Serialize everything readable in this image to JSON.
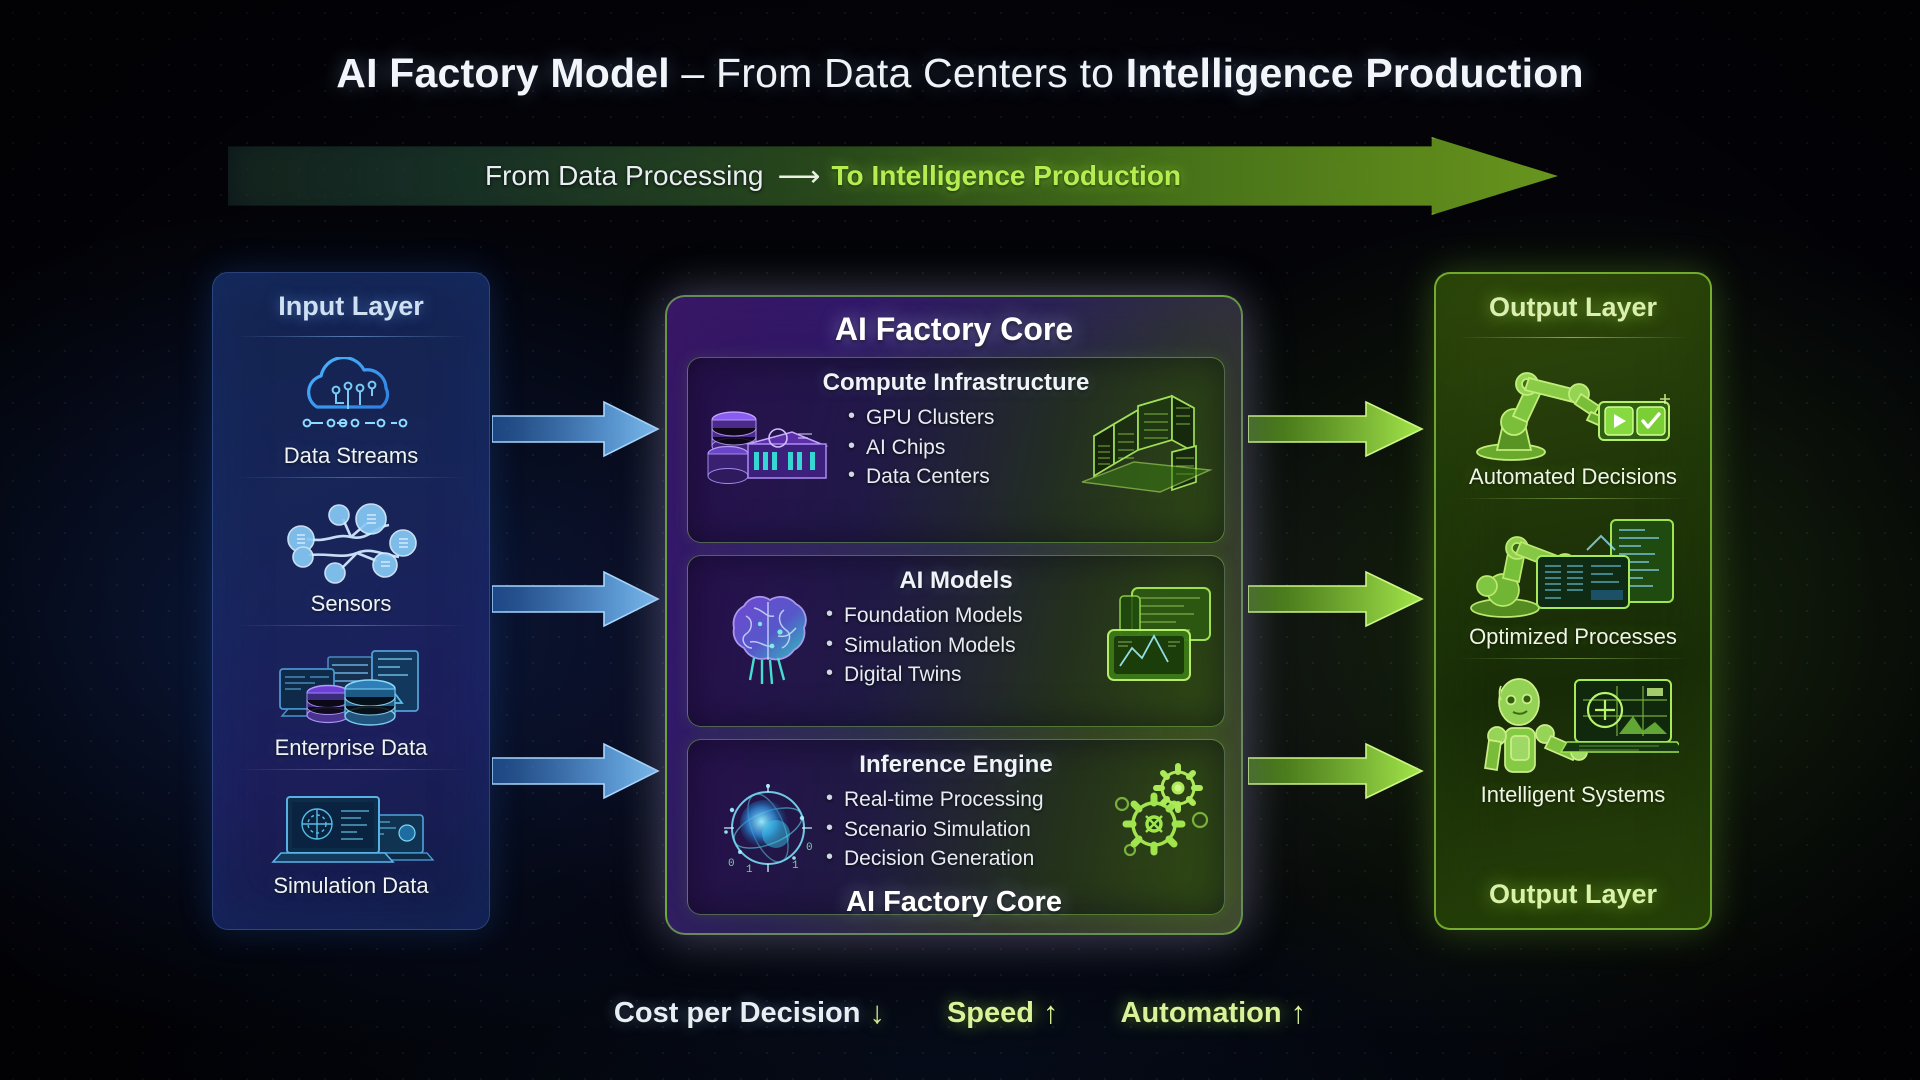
{
  "title": {
    "bold_lead": "AI Factory Model",
    "middle": " – From Data Centers to ",
    "bold_tail": "Intelligence Production"
  },
  "banner": {
    "from_text": "From Data Processing",
    "arrow_glyph": "⟶",
    "to_text": "To Intelligence Production"
  },
  "input_layer": {
    "title": "Input Layer",
    "items": [
      {
        "label": "Data Streams",
        "icon": "cloud-network-icon"
      },
      {
        "label": "Sensors",
        "icon": "sensor-node-graph-icon"
      },
      {
        "label": "Enterprise Data",
        "icon": "database-server-icon"
      },
      {
        "label": "Simulation Data",
        "icon": "laptop-simulation-icon"
      }
    ]
  },
  "core": {
    "title": "AI Factory Core",
    "footer": "AI Factory Core",
    "sections": [
      {
        "title": "Compute Infrastructure",
        "bullets": [
          "GPU Clusters",
          "AI Chips",
          "Data Centers"
        ],
        "icon_left": "gpu-chip-stack-icon",
        "icon_right": "data-center-building-icon"
      },
      {
        "title": "AI Models",
        "bullets": [
          "Foundation Models",
          "Simulation Models",
          "Digital Twins"
        ],
        "icon_left": "brain-icon",
        "icon_right": "model-screens-icon"
      },
      {
        "title": "Inference Engine",
        "bullets": [
          "Real-time Processing",
          "Scenario Simulation",
          "Decision Generation"
        ],
        "icon_left": "inference-orb-icon",
        "icon_right": "gears-icon"
      }
    ]
  },
  "output_layer": {
    "title": "Output Layer",
    "footer": "Output Layer",
    "items": [
      {
        "label": "Automated Decisions",
        "icon": "robot-arm-approve-icon"
      },
      {
        "label": "Optimized Processes",
        "icon": "robot-arm-dashboard-icon"
      },
      {
        "label": "Intelligent Systems",
        "icon": "humanoid-robot-icon"
      }
    ]
  },
  "flows": {
    "input_to_core": [
      "flow-arrow-data-streams",
      "flow-arrow-sensors",
      "flow-arrow-enterprise-data"
    ],
    "core_to_output": [
      "flow-arrow-automated-decisions",
      "flow-arrow-optimized-processes",
      "flow-arrow-intelligent-systems"
    ]
  },
  "metrics": [
    {
      "label": "Cost per Decision",
      "trend": "↓"
    },
    {
      "label": "Speed",
      "trend": "↑"
    },
    {
      "label": "Automation",
      "trend": "↑"
    }
  ],
  "colors": {
    "input_blue": "#2a55b4",
    "core_purple": "#6a2aa8",
    "output_green": "#8fd32a",
    "accent_lime": "#b6ee52",
    "background": "#030308"
  }
}
